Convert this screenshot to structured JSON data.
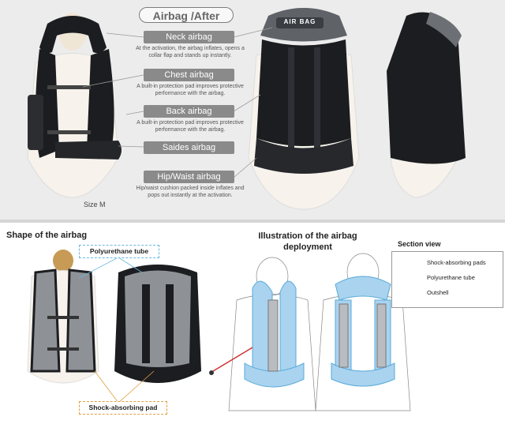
{
  "top": {
    "title": "Airbag /After",
    "size_label": "Size M",
    "items": [
      {
        "label": "Neck airbag",
        "desc": "At the activation, the airbag inflates, opens a collar flap and stands up instantly."
      },
      {
        "label": "Chest airbag",
        "desc": "A built-in protection pad improves protective performance with the airbag."
      },
      {
        "label": "Back airbag",
        "desc": "A built-in protection pad improves protective performance with the airbag."
      },
      {
        "label": "Saides airbag",
        "desc": ""
      },
      {
        "label": "Hip/Waist airbag",
        "desc": "Hip/waist cushion packed inside inflates and pops out instantly at the activation."
      }
    ],
    "vest_brand": "AIR BAG"
  },
  "bottom": {
    "shape_title": "Shape of the airbag",
    "poly_callout": "Polyurethane tube",
    "shock_callout": "Shock-absorbing pad",
    "deploy_title": "Illustration of the airbag deployment",
    "section_view": {
      "title": "Section view",
      "labels": [
        "Shock-absorbing pads",
        "Polyurethane tube",
        "Outshell"
      ]
    }
  },
  "colors": {
    "vest_black": "#1c1d20",
    "vest_grey": "#8e9297",
    "airbag_blue": "#a9d3ef",
    "callout_blue": "#6bb7e0",
    "callout_orange": "#e0a040",
    "pill_grey": "#8a8a8a"
  }
}
